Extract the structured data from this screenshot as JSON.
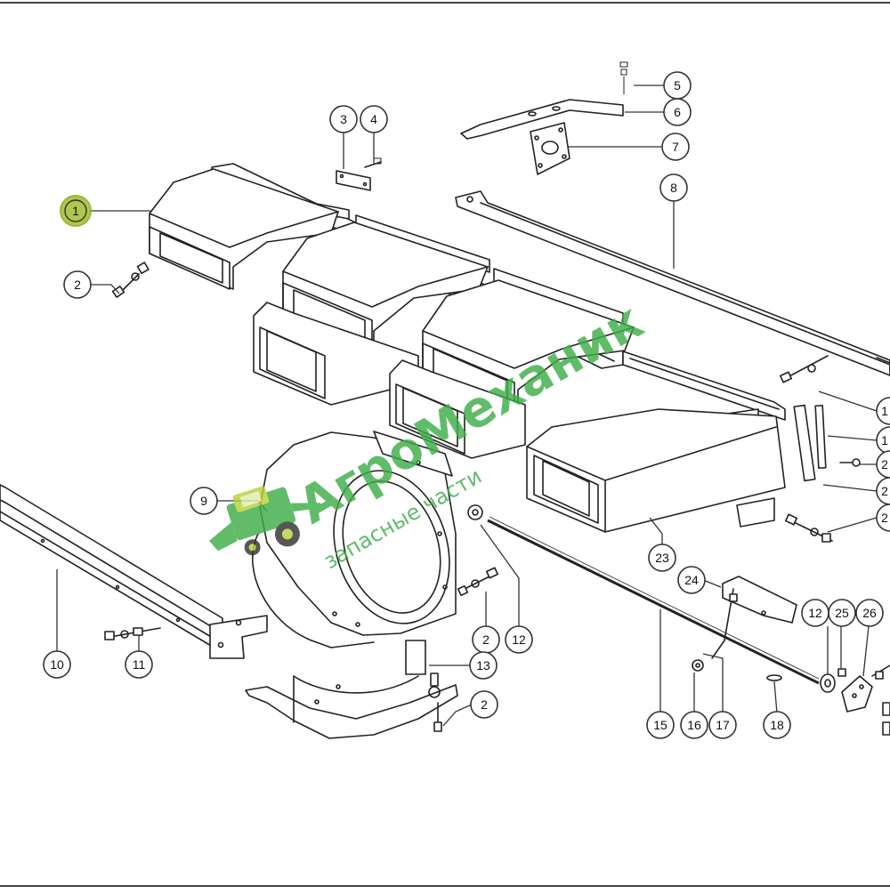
{
  "diagram": {
    "callouts": [
      "1",
      "2",
      "3",
      "4",
      "5",
      "6",
      "7",
      "8",
      "9",
      "10",
      "11",
      "2",
      "12",
      "2",
      "13",
      "2",
      "23",
      "24",
      "12",
      "25",
      "26",
      "15",
      "16",
      "17",
      "18",
      "1",
      "1",
      "2",
      "2",
      "2"
    ],
    "highlighted_callout": "1",
    "highlight_color": "#a7c13a"
  },
  "watermark": {
    "brand": "АгроМеханик",
    "tagline": "запасные части",
    "brand_color": "#3fae49",
    "logo_icon": "combine-harvester-icon"
  }
}
